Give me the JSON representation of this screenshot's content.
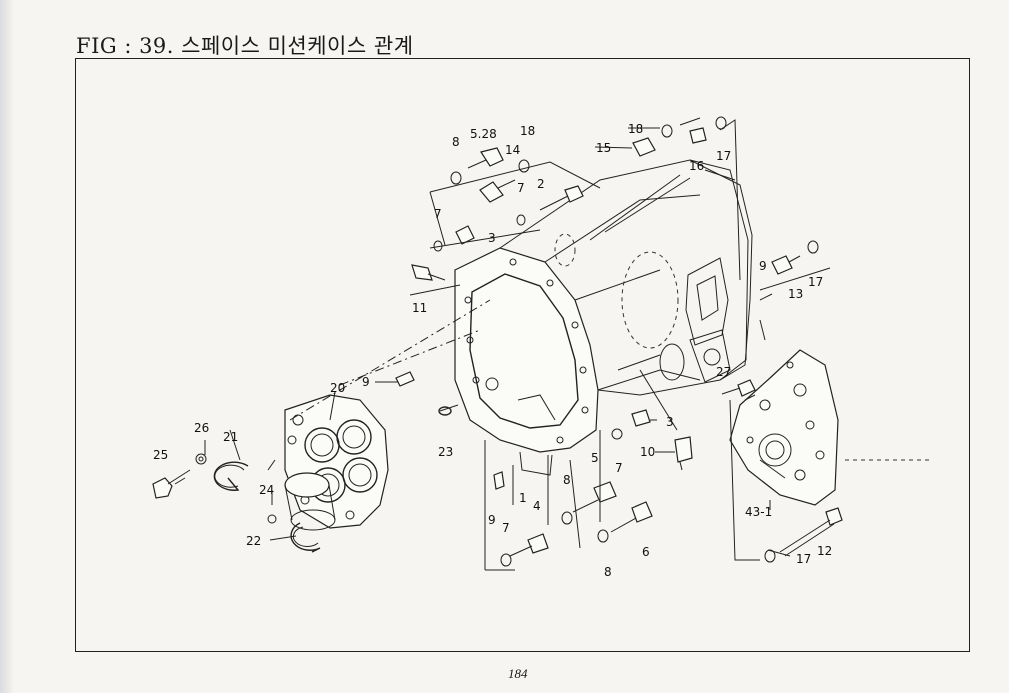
{
  "figure": {
    "title": "FIG : 39. 스페이스 미션케이스 관계",
    "page_number": "184"
  },
  "callouts": [
    {
      "id": "c1",
      "label": "1"
    },
    {
      "id": "c2",
      "label": "2"
    },
    {
      "id": "c3a",
      "label": "3"
    },
    {
      "id": "c3b",
      "label": "3"
    },
    {
      "id": "c4",
      "label": "4"
    },
    {
      "id": "c5",
      "label": "5"
    },
    {
      "id": "c528",
      "label": "5.28"
    },
    {
      "id": "c6",
      "label": "6"
    },
    {
      "id": "c7a",
      "label": "7"
    },
    {
      "id": "c7b",
      "label": "7"
    },
    {
      "id": "c7c",
      "label": "7"
    },
    {
      "id": "c7d",
      "label": "7"
    },
    {
      "id": "c8a",
      "label": "8"
    },
    {
      "id": "c8b",
      "label": "8"
    },
    {
      "id": "c8c",
      "label": "8"
    },
    {
      "id": "c9a",
      "label": "9"
    },
    {
      "id": "c9b",
      "label": "9"
    },
    {
      "id": "c9c",
      "label": "9"
    },
    {
      "id": "c10",
      "label": "10"
    },
    {
      "id": "c11",
      "label": "11"
    },
    {
      "id": "c12",
      "label": "12"
    },
    {
      "id": "c13",
      "label": "13"
    },
    {
      "id": "c14",
      "label": "14"
    },
    {
      "id": "c15",
      "label": "15"
    },
    {
      "id": "c16",
      "label": "16"
    },
    {
      "id": "c17a",
      "label": "17"
    },
    {
      "id": "c17b",
      "label": "17"
    },
    {
      "id": "c17c",
      "label": "17"
    },
    {
      "id": "c18a",
      "label": "18"
    },
    {
      "id": "c18b",
      "label": "18"
    },
    {
      "id": "c20",
      "label": "20"
    },
    {
      "id": "c21",
      "label": "21"
    },
    {
      "id": "c22",
      "label": "22"
    },
    {
      "id": "c23",
      "label": "23"
    },
    {
      "id": "c24",
      "label": "24"
    },
    {
      "id": "c25",
      "label": "25"
    },
    {
      "id": "c26",
      "label": "26"
    },
    {
      "id": "c27",
      "label": "27"
    },
    {
      "id": "c431",
      "label": "43-1"
    }
  ]
}
